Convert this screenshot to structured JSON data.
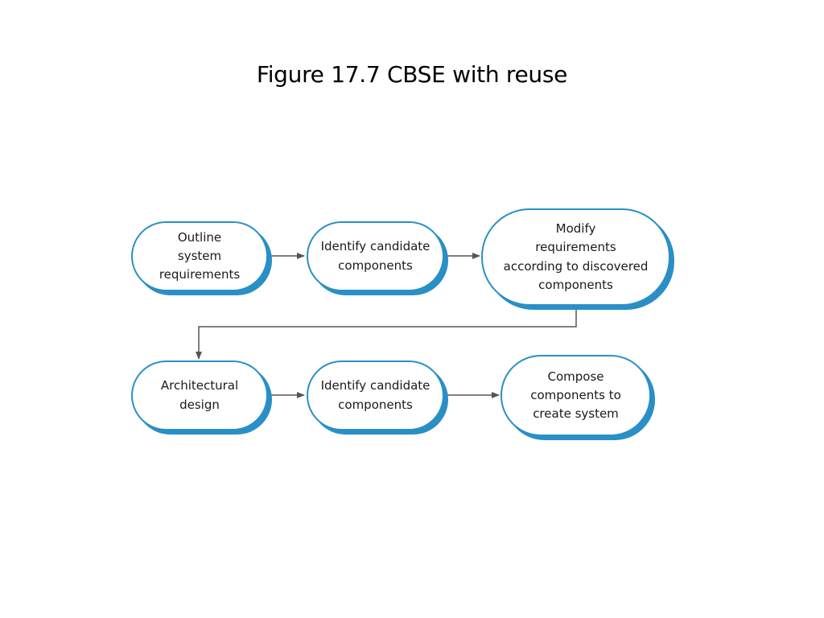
{
  "title": "Figure 17.7  CBSE with reuse",
  "diagram": {
    "colors": {
      "node_border": "#2a8fc6",
      "node_fill": "#ffffff",
      "arrow": "#555555",
      "text": "#1a1a1a"
    },
    "nodes": [
      {
        "id": "outline",
        "label": "Outline\nsystem\nrequirements"
      },
      {
        "id": "identify-1",
        "label": "Identify candidate\ncomponents"
      },
      {
        "id": "modify",
        "label": "Modify\nrequirements\naccording to discovered\ncomponents"
      },
      {
        "id": "arch",
        "label": "Architectural\ndesign"
      },
      {
        "id": "identify-2",
        "label": "Identify candidate\ncomponents"
      },
      {
        "id": "compose",
        "label": "Compose\ncomponents to\ncreate system"
      }
    ],
    "edges": [
      {
        "from": "outline",
        "to": "identify-1"
      },
      {
        "from": "identify-1",
        "to": "modify"
      },
      {
        "from": "modify",
        "to": "arch"
      },
      {
        "from": "arch",
        "to": "identify-2"
      },
      {
        "from": "identify-2",
        "to": "compose"
      }
    ]
  }
}
